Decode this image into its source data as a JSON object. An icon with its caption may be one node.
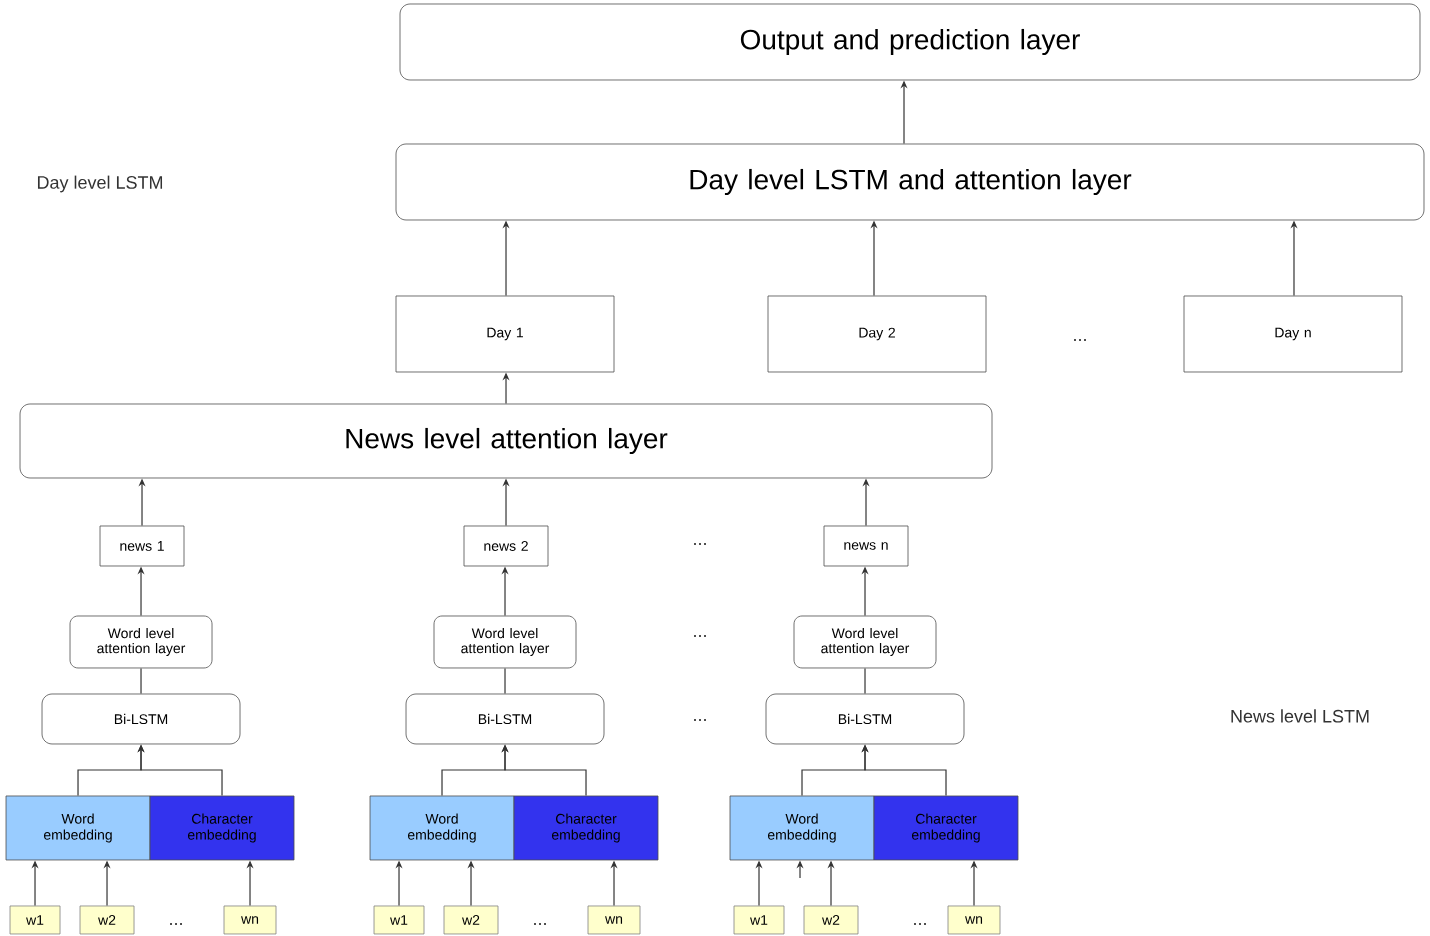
{
  "diagram": {
    "nodes": [
      {
        "text": [
          "Output and prediction layer"
        ]
      },
      {
        "text": [
          "Day level LSTM and attention layer"
        ]
      },
      {
        "text": [
          "Day 1"
        ]
      },
      {
        "text": [
          "Day 2"
        ]
      },
      {
        "text": [
          "Day n"
        ]
      },
      {
        "text": [
          "News level attention layer"
        ]
      },
      {
        "text": [
          "news 1"
        ]
      },
      {
        "text": [
          "Word level attention layer"
        ]
      },
      {
        "text": [
          "Bi-LSTM"
        ]
      },
      {
        "text": [
          "Word embedding"
        ]
      },
      {
        "text": [
          "Character embedding"
        ]
      },
      {
        "text": [
          "w1"
        ]
      },
      {
        "text": [
          "w2"
        ]
      },
      {
        "text": [
          "wn"
        ]
      },
      {
        "text": [
          "news 2"
        ]
      },
      {
        "text": [
          "Word level attention layer"
        ]
      },
      {
        "text": [
          "Bi-LSTM"
        ]
      },
      {
        "text": [
          "Word embedding"
        ]
      },
      {
        "text": [
          "Character embedding"
        ]
      },
      {
        "text": [
          "w1"
        ]
      },
      {
        "text": [
          "w2"
        ]
      },
      {
        "text": [
          "wn"
        ]
      },
      {
        "text": [
          "news n"
        ]
      },
      {
        "text": [
          "Word level attention layer"
        ]
      },
      {
        "text": [
          "Bi-LSTM"
        ]
      },
      {
        "text": [
          "Word embedding"
        ]
      },
      {
        "text": [
          "Character embedding"
        ]
      },
      {
        "text": [
          "w1"
        ]
      },
      {
        "text": [
          "w2"
        ]
      },
      {
        "text": [
          "wn"
        ]
      }
    ],
    "edges": [
      {
        "from": 1,
        "to": 0,
        "arrow": "to"
      },
      {
        "from": 2,
        "to": 1,
        "arrow": "to"
      },
      {
        "from": 3,
        "to": 1,
        "arrow": "to"
      },
      {
        "from": 4,
        "to": 1,
        "arrow": "to"
      },
      {
        "from": 5,
        "to": 2,
        "arrow": "to"
      },
      {
        "from": 6,
        "to": 5,
        "arrow": "to"
      },
      {
        "from": 7,
        "to": 6,
        "arrow": "to"
      },
      {
        "from": 8,
        "to": 7,
        "arrow": "none"
      },
      {
        "from": 9,
        "to": 8,
        "arrow": "to"
      },
      {
        "from": 10,
        "to": 8,
        "arrow": "to"
      },
      {
        "from": 11,
        "to": 9,
        "arrow": "to"
      },
      {
        "from": 12,
        "to": 9,
        "arrow": "to"
      },
      {
        "from": 13,
        "to": 10,
        "arrow": "to"
      },
      {
        "from": 14,
        "to": 5,
        "arrow": "to"
      },
      {
        "from": 15,
        "to": 14,
        "arrow": "to"
      },
      {
        "from": 16,
        "to": 15,
        "arrow": "none"
      },
      {
        "from": 17,
        "to": 16,
        "arrow": "to"
      },
      {
        "from": 18,
        "to": 16,
        "arrow": "to"
      },
      {
        "from": 19,
        "to": 17,
        "arrow": "to"
      },
      {
        "from": 20,
        "to": 17,
        "arrow": "to"
      },
      {
        "from": 21,
        "to": 18,
        "arrow": "to"
      },
      {
        "from": 22,
        "to": 5,
        "arrow": "to"
      },
      {
        "from": 23,
        "to": 22,
        "arrow": "to"
      },
      {
        "from": 24,
        "to": 23,
        "arrow": "none"
      },
      {
        "from": 25,
        "to": 24,
        "arrow": "to"
      },
      {
        "from": 26,
        "to": 24,
        "arrow": "to"
      },
      {
        "from": 27,
        "to": 25,
        "arrow": "to"
      },
      {
        "from": 28,
        "to": 25,
        "arrow": "to"
      },
      {
        "from": null,
        "to": 25,
        "arrow": "to"
      },
      {
        "from": 29,
        "to": 26,
        "arrow": "to"
      }
    ],
    "labels": [
      "Day level LSTM",
      "...",
      "...",
      "...",
      "...",
      "News level LSTM",
      "...",
      "...",
      "..."
    ]
  }
}
